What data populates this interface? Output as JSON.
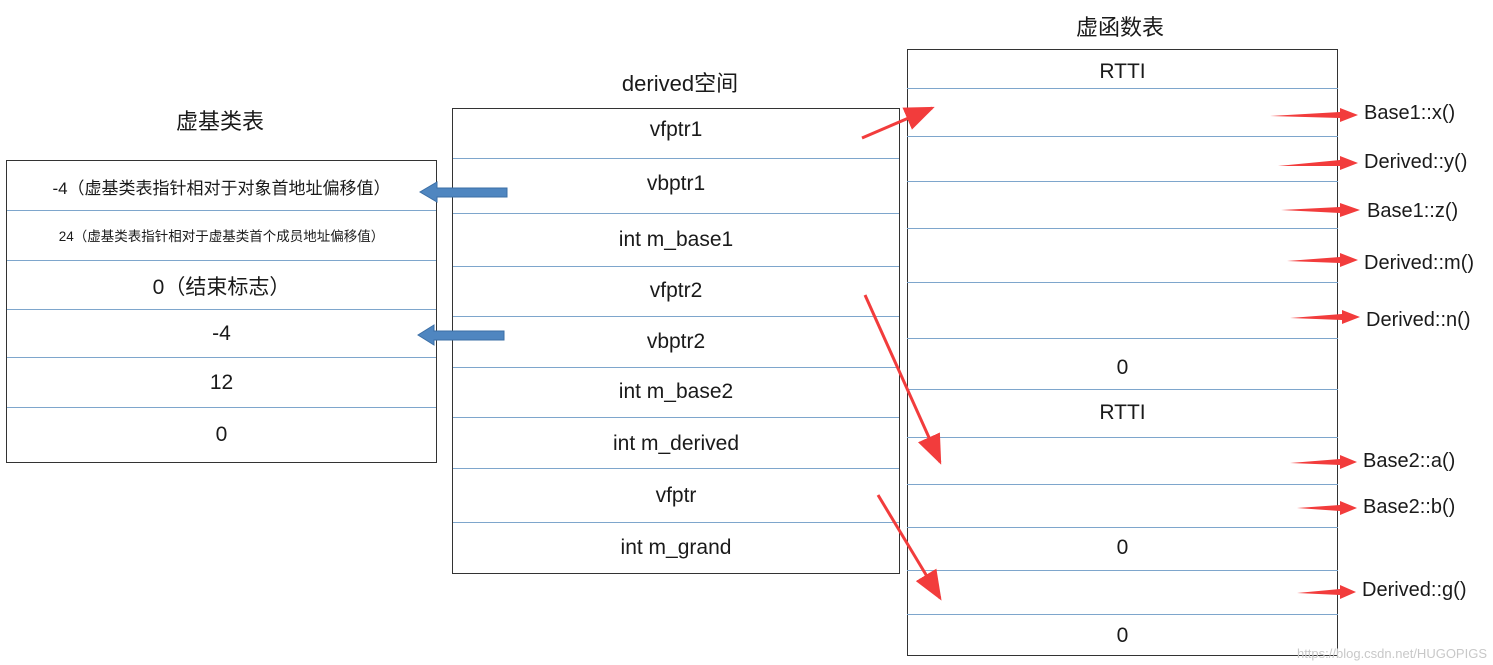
{
  "titles": {
    "vbtable": "虚基类表",
    "derived": "derived空间",
    "vftable": "虚函数表"
  },
  "vbtable_rows": [
    "-4（虚基类表指针相对于对象首地址偏移值）",
    "24（虚基类表指针相对于虚基类首个成员地址偏移值）",
    "0（结束标志）",
    "-4",
    "12",
    "0"
  ],
  "derived_rows": [
    "vfptr1",
    "vbptr1",
    "int m_base1",
    "vfptr2",
    "vbptr2",
    "int m_base2",
    "int m_derived",
    "vfptr",
    "int m_grand"
  ],
  "vftable_cells": [
    "RTTI",
    "0",
    "RTTI",
    "0",
    "0"
  ],
  "functions": [
    "Base1::x()",
    "Derived::y()",
    "Base1::z()",
    "Derived::m()",
    "Derived::n()",
    "Base2::a()",
    "Base2::b()",
    "Derived::g()"
  ],
  "colors": {
    "red_arrow": "#f23c3c",
    "blue_arrow": "#4f86c0",
    "row_line": "#7ea6cc"
  },
  "watermark": "https://blog.csdn.net/HUGOPIGS"
}
